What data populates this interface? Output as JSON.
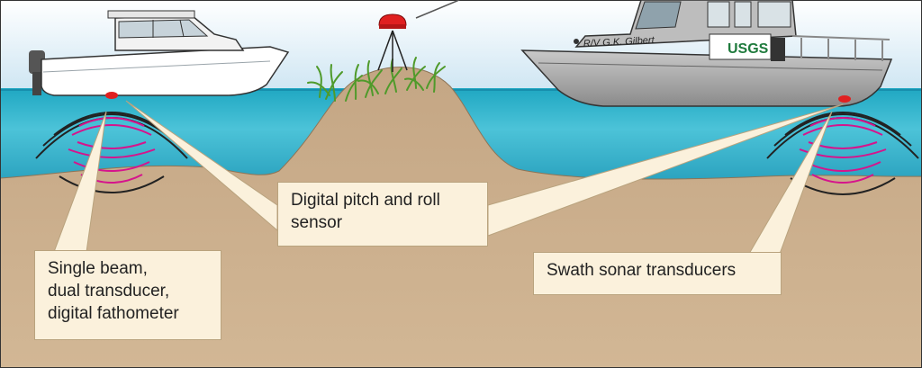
{
  "diagram": {
    "labels": {
      "single_beam": [
        "Single beam,",
        "dual transducer,",
        "digital fathometer"
      ],
      "pitch_roll": [
        "Digital pitch and roll",
        "sensor"
      ],
      "swath": [
        "Swath sonar transducers"
      ]
    },
    "boat_hull_name": "R/V G.K. Gilbert",
    "boat_logo": "USGS",
    "colors": {
      "sky": "#dceef8",
      "water": "#2fb4cc",
      "seafloor": "#c8ac8a",
      "callout": "#fbf1dc",
      "sonar_inner": "#d6148c",
      "sonar_outer": "#222222"
    },
    "icons": [
      "small-boat-icon",
      "survey-vessel-icon",
      "gps-antenna-icon",
      "marsh-grass-icon",
      "sonar-waves-icon"
    ]
  }
}
